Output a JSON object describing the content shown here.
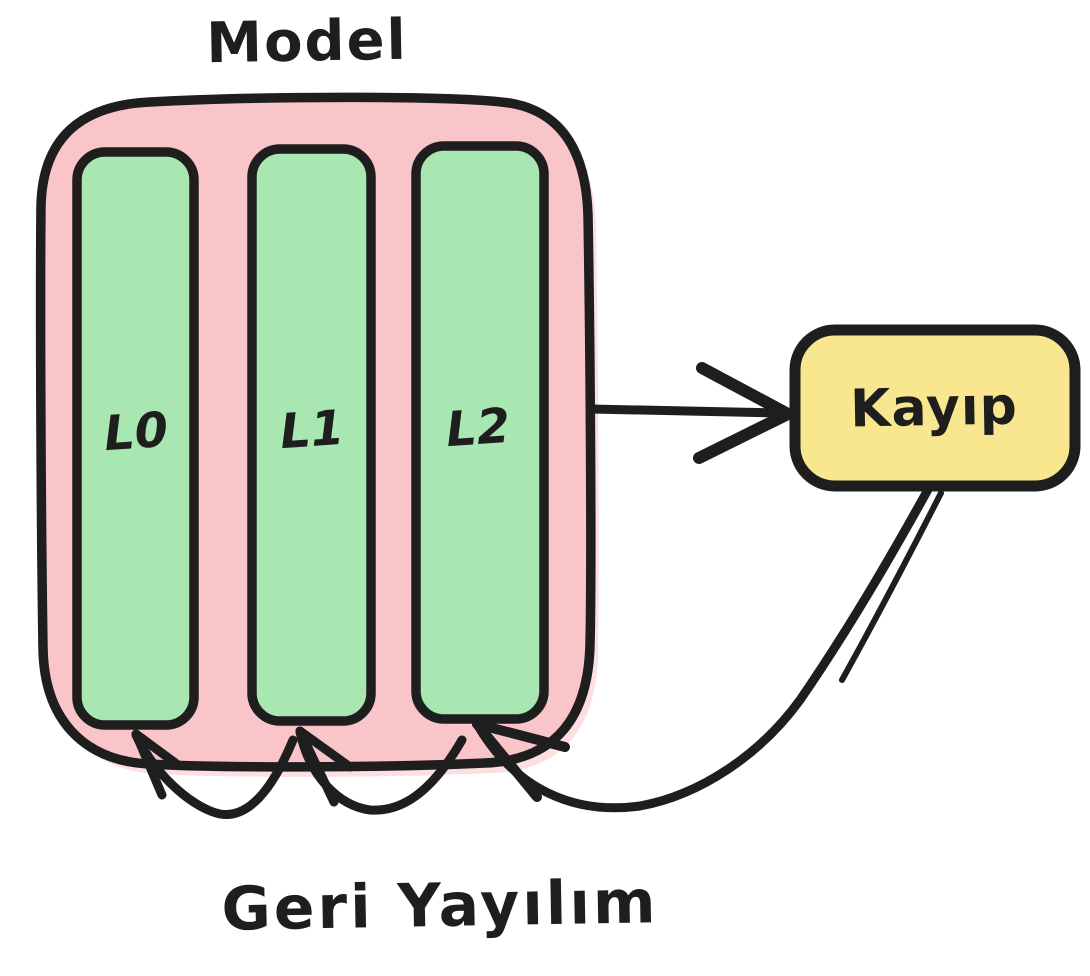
{
  "diagram": {
    "title": "Model",
    "caption": "Geri Yayılım",
    "model": {
      "label": "Model",
      "layers": [
        {
          "label": "L0"
        },
        {
          "label": "L1"
        },
        {
          "label": "L2"
        }
      ]
    },
    "loss": {
      "label": "Kayıp"
    },
    "connections": [
      {
        "name": "forward-pass",
        "from": "Model",
        "to": "Kayıp",
        "style": "straight-arrow"
      },
      {
        "name": "backprop-main",
        "from": "Kayıp",
        "to": "L2",
        "style": "curved-arrow"
      },
      {
        "name": "backprop-hop-1",
        "from": "L2",
        "to": "L1",
        "style": "arc-arrow"
      },
      {
        "name": "backprop-hop-2",
        "from": "L1",
        "to": "L0",
        "style": "arc-arrow"
      }
    ],
    "colors": {
      "model_fill": "#f9c5c8",
      "layer_fill": "#a9e7b2",
      "loss_fill": "#f8e78f",
      "ink": "#1e1e1e",
      "background": "#ffffff"
    }
  }
}
